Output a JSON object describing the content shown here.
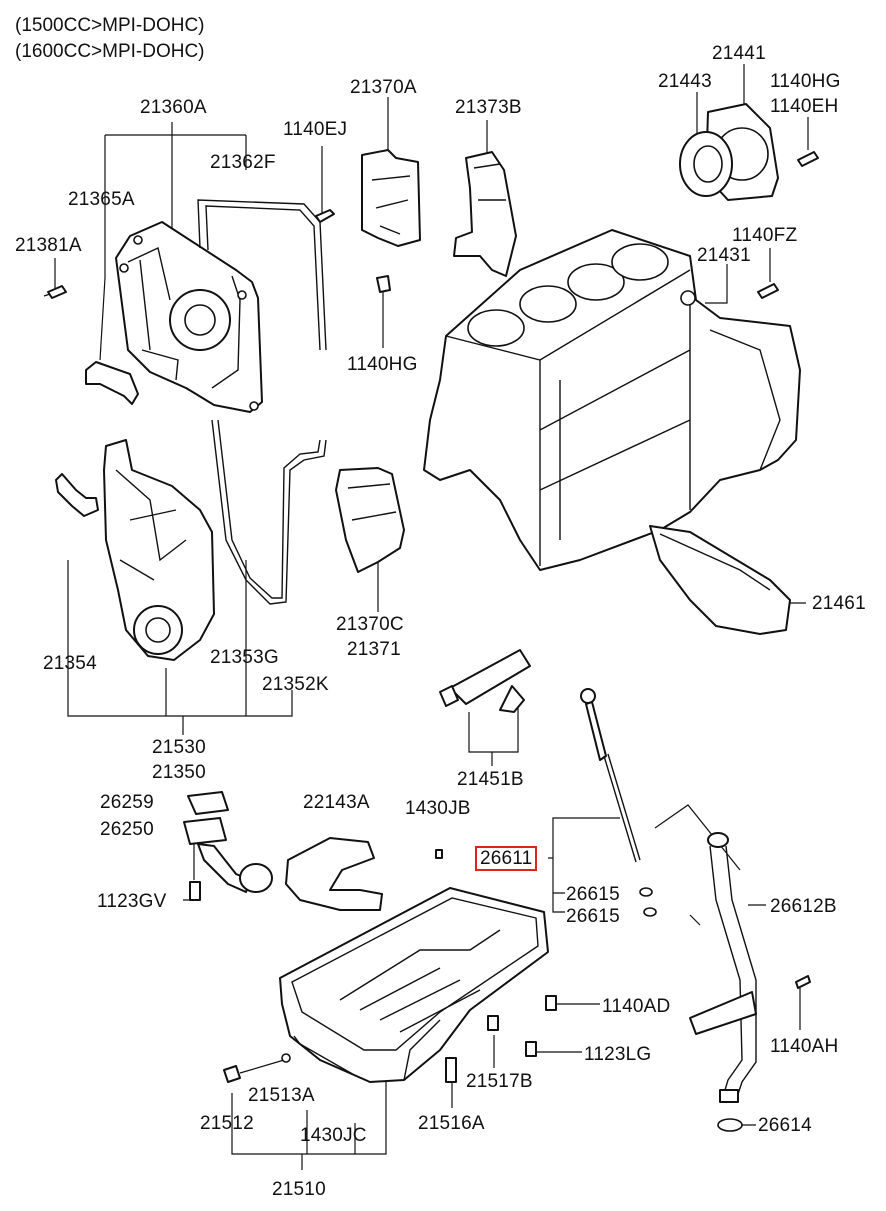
{
  "header": {
    "line1": "(1500CC>MPI-DOHC)",
    "line2": "(1600CC>MPI-DOHC)"
  },
  "labels": {
    "p21360A": "21360A",
    "p21362F": "21362F",
    "p21365A": "21365A",
    "p21381A": "21381A",
    "p1140EJ": "1140EJ",
    "p21370A": "21370A",
    "p21373B": "21373B",
    "p1140HG_top": "1140HG",
    "p1140HG_mid": "1140HG",
    "p1140EH": "1140EH",
    "p21441": "21441",
    "p21443": "21443",
    "p1140FZ": "1140FZ",
    "p21431": "21431",
    "p21461": "21461",
    "p21370C": "21370C",
    "p21371": "21371",
    "p21354": "21354",
    "p21353G": "21353G",
    "p21352K": "21352K",
    "p21530": "21530",
    "p21350": "21350",
    "p21451B": "21451B",
    "p26259": "26259",
    "p26250": "26250",
    "p22143A": "22143A",
    "p1430JB": "1430JB",
    "p26611": "26611",
    "p26615a": "26615",
    "p26615b": "26615",
    "p26612B": "26612B",
    "p1123GV": "1123GV",
    "p1140AD": "1140AD",
    "p1123LG": "1123LG",
    "p1140AH": "1140AH",
    "p21513A": "21513A",
    "p21517B": "21517B",
    "p21512": "21512",
    "p1430JC": "1430JC",
    "p21516A": "21516A",
    "p26614": "26614",
    "p21510": "21510"
  },
  "highlight_color": "#e0211d"
}
